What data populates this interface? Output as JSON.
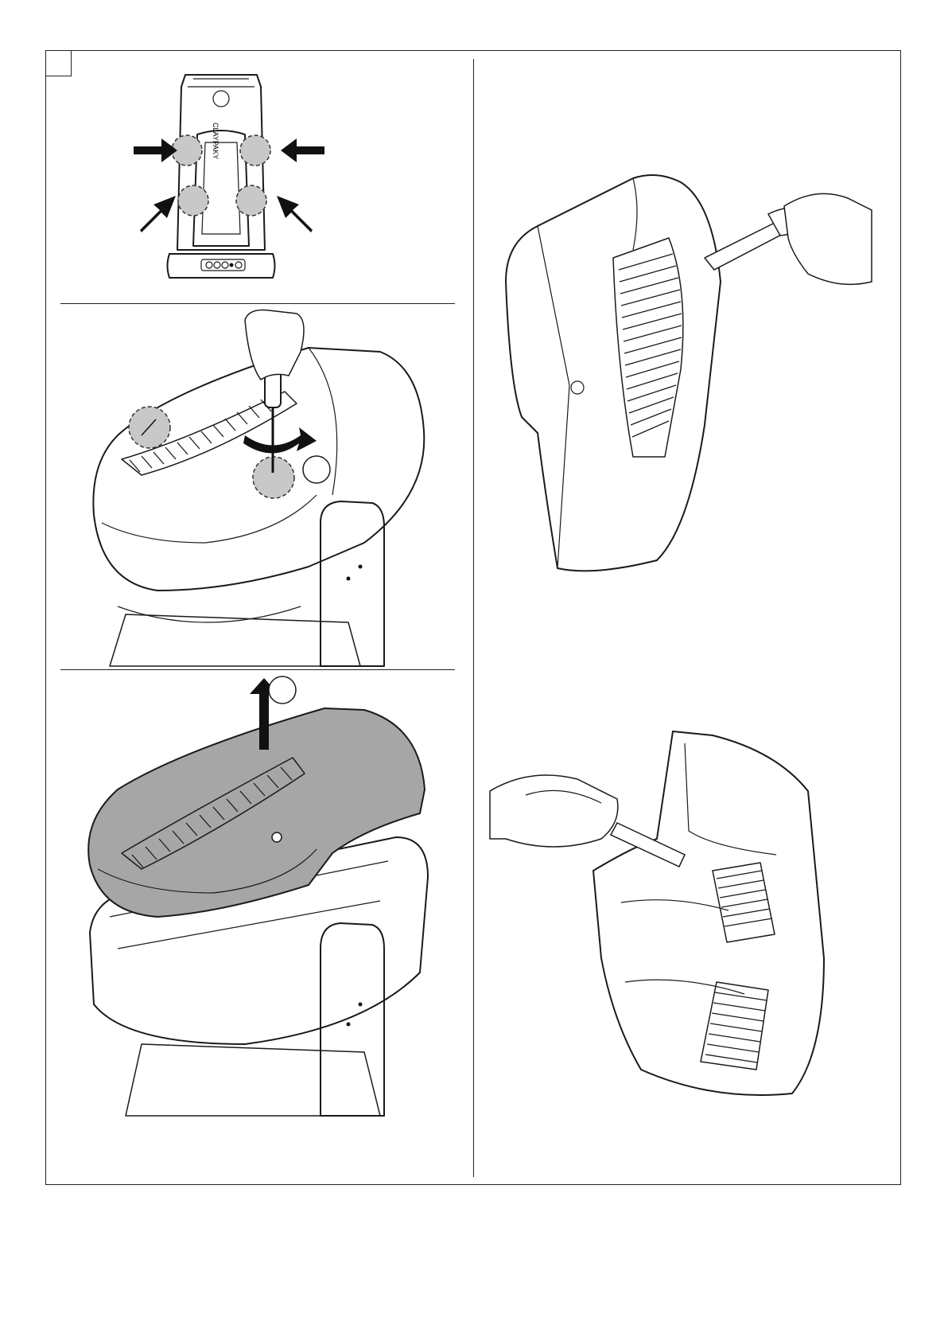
{
  "document": {
    "brand_logo_text": "CLAYPAKY",
    "steps": [
      {
        "id": "step-1",
        "description": "locate-four-fixing-points",
        "callout_count": 4
      },
      {
        "id": "step-2",
        "description": "loosen-screws-with-screwdriver"
      },
      {
        "id": "step-3",
        "description": "lift-off-head-cover"
      },
      {
        "id": "step-4",
        "description": "clean-cover-grille-outside"
      },
      {
        "id": "step-5",
        "description": "clean-cover-grille-inside"
      }
    ]
  },
  "colors": {
    "line": "#1a1a1a",
    "callout_fill": "#c8c8c8",
    "cover_highlight": "#a6a6a6",
    "background": "#ffffff"
  }
}
